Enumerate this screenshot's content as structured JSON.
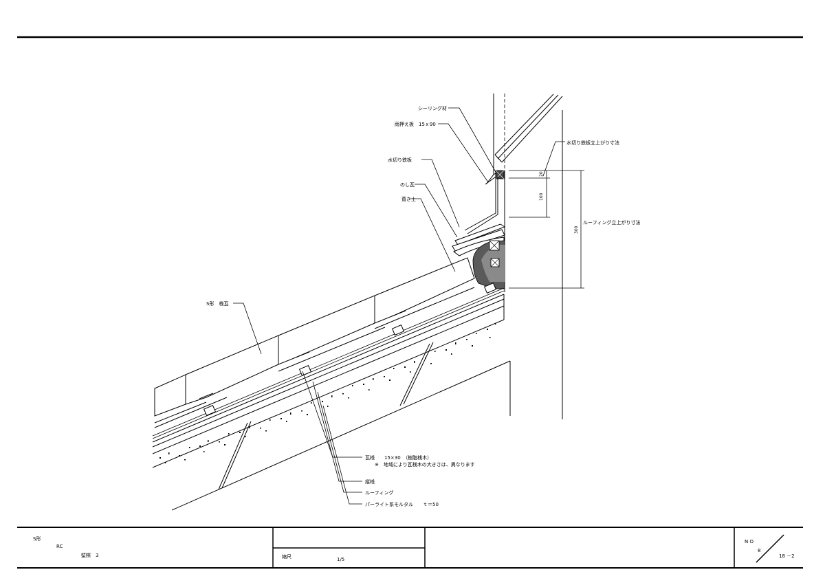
{
  "annotations": {
    "sealant": "シーリング材",
    "rain_board": "雨押え板　15ｘ90",
    "flashing": "水切り鉄板",
    "noshi_tile": "のし瓦",
    "bedding_soil": "葺き土",
    "tile": "S形　桟瓦",
    "batten": "瓦桟　　15×30　（樹脂桟木）",
    "batten_note": "※　地域により瓦桟木の大きさは、異なります",
    "counter_batten": "縦桟",
    "roofing": "ルーフィング",
    "mortar": "パーライト系モルタル　　ｔ＝50",
    "flashing_rise": "水切り鉄板立上がり寸法",
    "roofing_rise": "ルーフィング立上がり寸法"
  },
  "dimensions": {
    "d20": "20",
    "d100": "100",
    "d300": "300"
  },
  "title_block": {
    "type_label": "S形",
    "structure_label": "RC",
    "wall_label": "壁際　3",
    "scale_label": "縮尺",
    "scale_value": "1/5",
    "no_label": "N O",
    "sheet_num": "8",
    "sheet_sub": "18 －2"
  }
}
